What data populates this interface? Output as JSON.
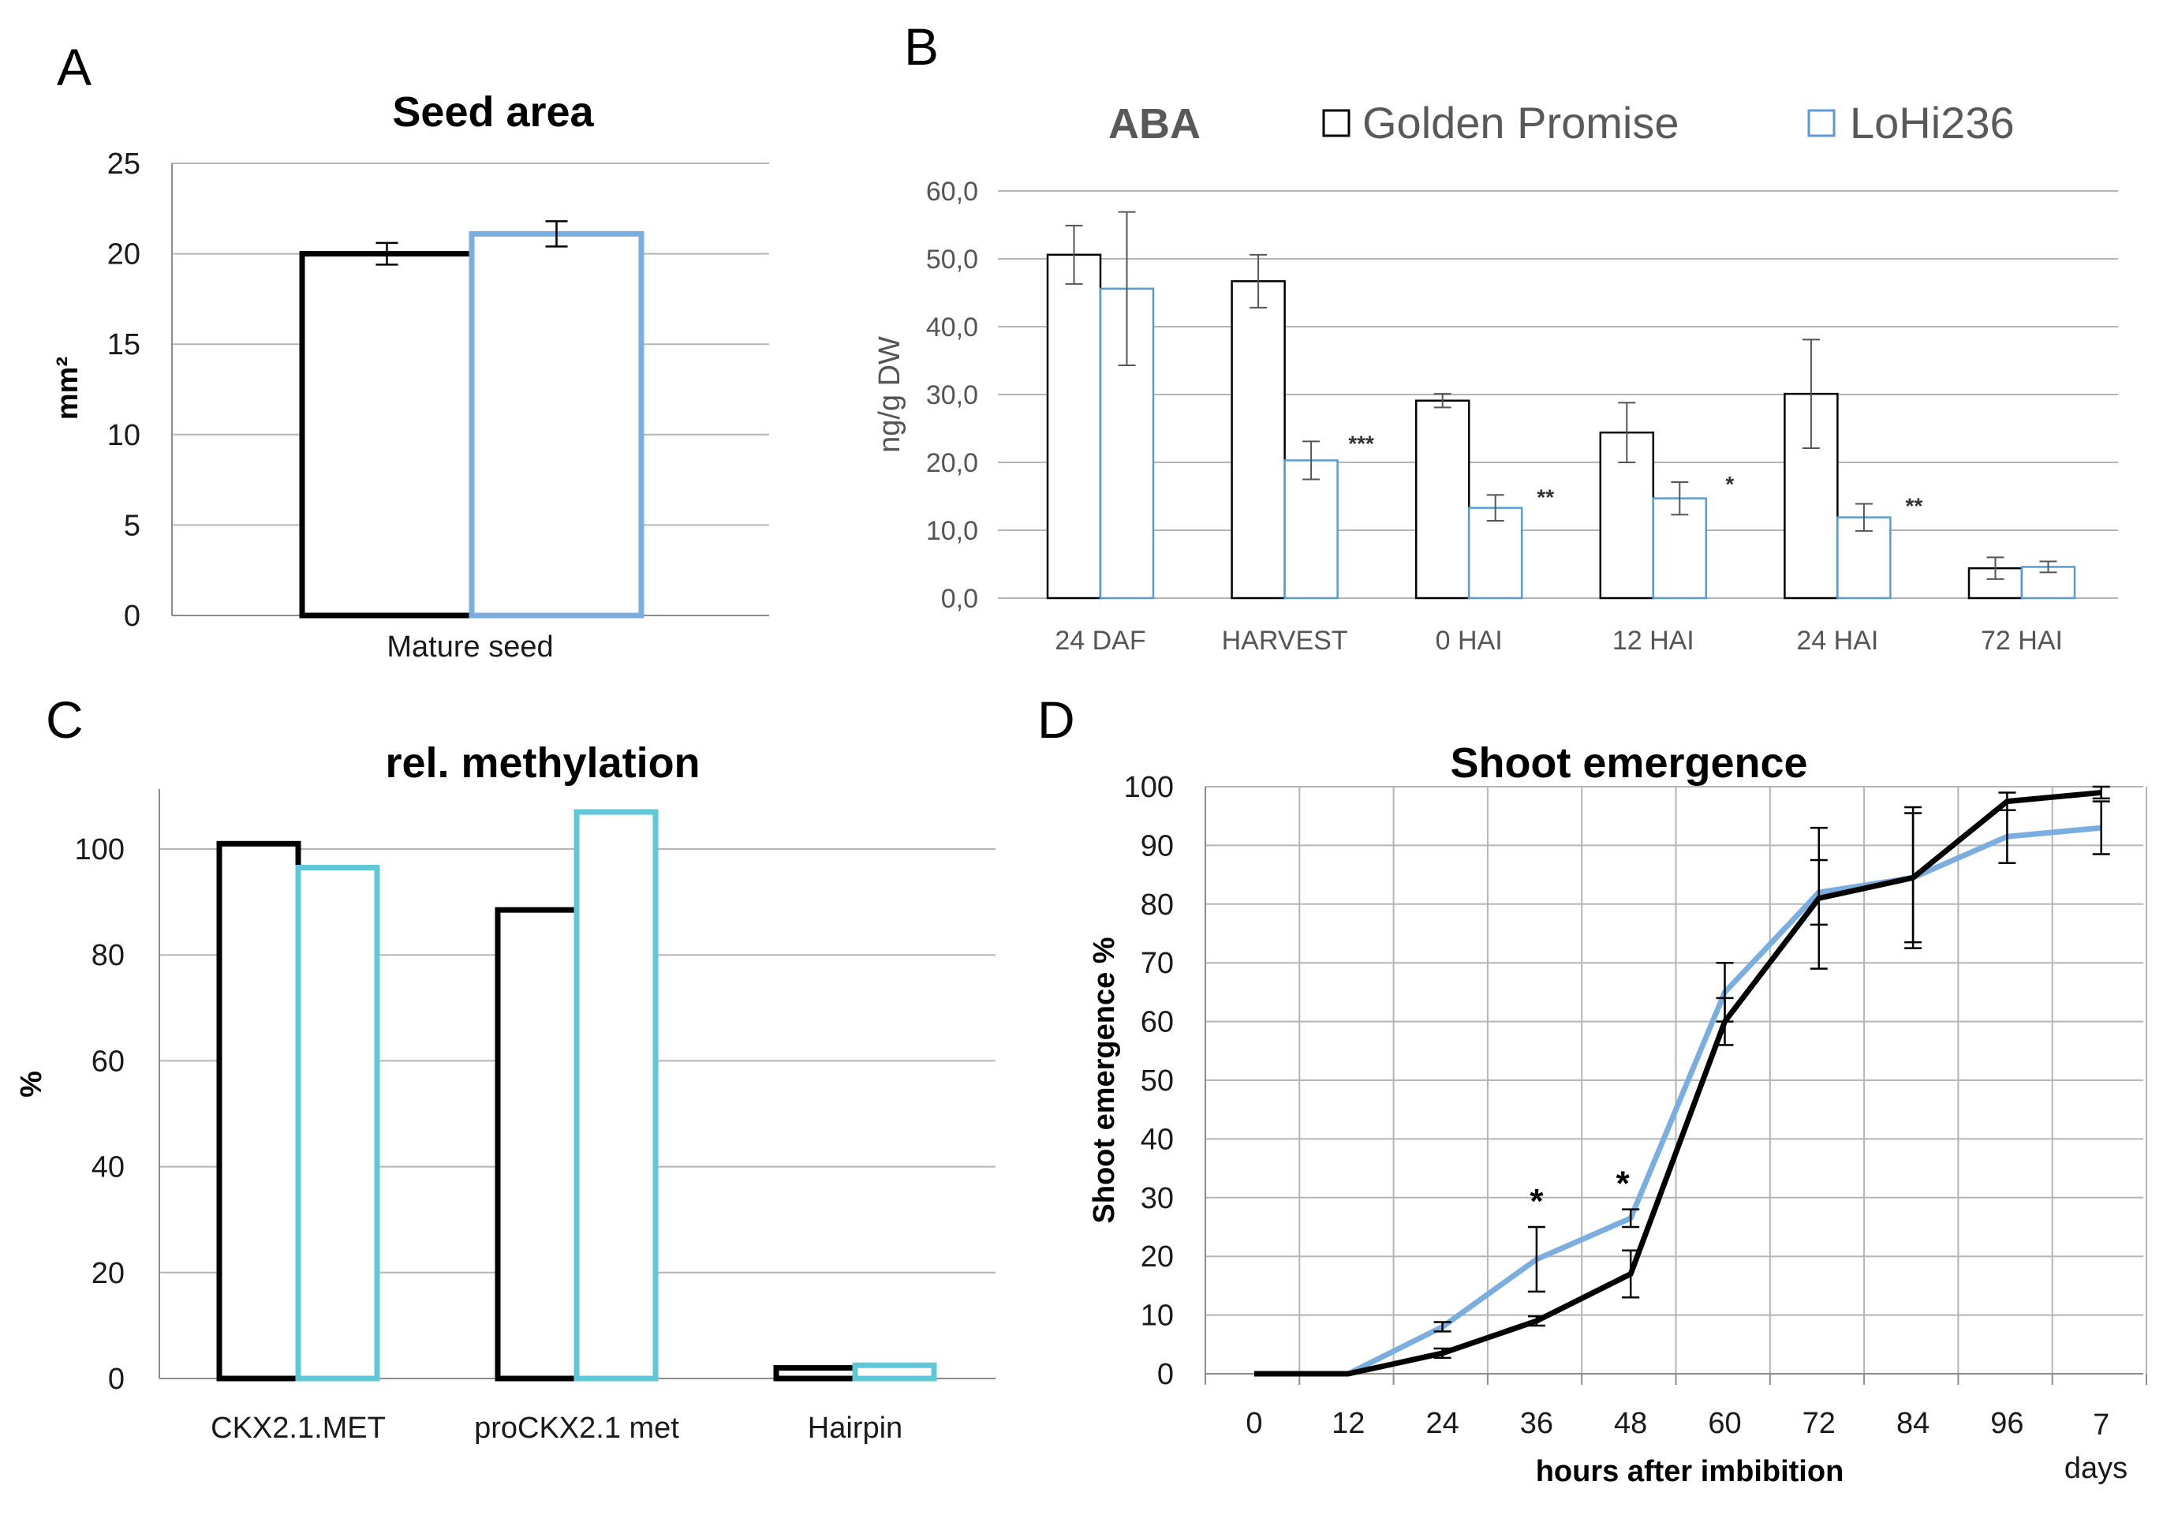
{
  "colors": {
    "gp": "#000000",
    "lohi_light": "#5b9bd5",
    "lohi_ab": "#7aaee0",
    "lohi_c": "#5ec8d8",
    "lohi_d": "#7aaee0"
  },
  "chart_data": [
    {
      "panel": "A",
      "type": "bar",
      "title": "Seed area",
      "ylabel": "mm²",
      "xlabel": "",
      "ylim": [
        0,
        25
      ],
      "yticks": [
        "0",
        "5",
        "10",
        "15",
        "20",
        "25"
      ],
      "categories": [
        "Mature seed"
      ],
      "grid": true,
      "series": [
        {
          "values": [
            20.0
          ],
          "err": [
            0.6
          ]
        },
        {
          "values": [
            21.1
          ],
          "err": [
            0.7
          ]
        }
      ]
    },
    {
      "panel": "B",
      "type": "bar",
      "title": "ABA",
      "ylabel": "ng/g DW",
      "xlabel": "",
      "ylim": [
        0,
        60
      ],
      "yticks": [
        "0,0",
        "10,0",
        "20,0",
        "30,0",
        "40,0",
        "50,0",
        "60,0"
      ],
      "categories": [
        "24 DAF",
        "HARVEST",
        "0 HAI",
        "12 HAI",
        "24 HAI",
        "72 HAI"
      ],
      "legend_position": "top",
      "grid": true,
      "series": [
        {
          "name": "Golden Promise",
          "values": [
            50.6,
            46.7,
            29.1,
            24.4,
            30.1,
            4.4
          ],
          "err": [
            4.3,
            3.9,
            1.0,
            4.4,
            8.0,
            1.6
          ]
        },
        {
          "name": "LoHi236",
          "values": [
            45.6,
            20.3,
            13.3,
            14.7,
            11.9,
            4.6
          ],
          "err": [
            11.3,
            2.8,
            1.9,
            2.4,
            2.0,
            0.8
          ]
        }
      ],
      "significance": [
        "",
        "***",
        "**",
        "*",
        "**",
        ""
      ]
    },
    {
      "panel": "C",
      "type": "bar",
      "title": "rel. methylation",
      "ylabel": "%",
      "xlabel": "",
      "ylim": [
        0,
        110
      ],
      "yticks": [
        "0",
        "20",
        "40",
        "60",
        "80",
        "100"
      ],
      "categories": [
        "CKX2.1.MET",
        "proCKX2.1 met",
        "Hairpin"
      ],
      "grid": true,
      "series": [
        {
          "values": [
            101,
            88.5,
            2
          ]
        },
        {
          "values": [
            96.5,
            107,
            2.5
          ]
        }
      ]
    },
    {
      "panel": "D",
      "type": "line",
      "title": "Shoot emergence",
      "ylabel": "Shoot emergence %",
      "xlabel": "hours after imbibition",
      "x_extra_label": "days",
      "ylim": [
        0,
        100
      ],
      "yticks": [
        "0",
        "10",
        "20",
        "30",
        "40",
        "50",
        "60",
        "70",
        "80",
        "90",
        "100"
      ],
      "x": [
        "0",
        "12",
        "24",
        "36",
        "48",
        "60",
        "72",
        "84",
        "96",
        "7"
      ],
      "grid": true,
      "series": [
        {
          "values": [
            0,
            0,
            3.5,
            9,
            17,
            60,
            81,
            84.5,
            97.5,
            99
          ],
          "err": [
            0,
            0,
            0.8,
            0.8,
            4,
            4,
            12,
            12,
            1.5,
            1
          ]
        },
        {
          "values": [
            0,
            0,
            8,
            19.5,
            26.5,
            65,
            82,
            84.5,
            91.5,
            93
          ],
          "err": [
            0,
            0,
            0.8,
            5.5,
            1.5,
            5,
            5.5,
            11,
            4.5,
            4.5
          ]
        }
      ],
      "significance": [
        "",
        "",
        "",
        "*",
        "*",
        "",
        "",
        "",
        "",
        ""
      ]
    }
  ],
  "panels": {
    "A": {
      "label": "A"
    },
    "B": {
      "label": "B"
    },
    "C": {
      "label": "C"
    },
    "D": {
      "label": "D"
    }
  }
}
